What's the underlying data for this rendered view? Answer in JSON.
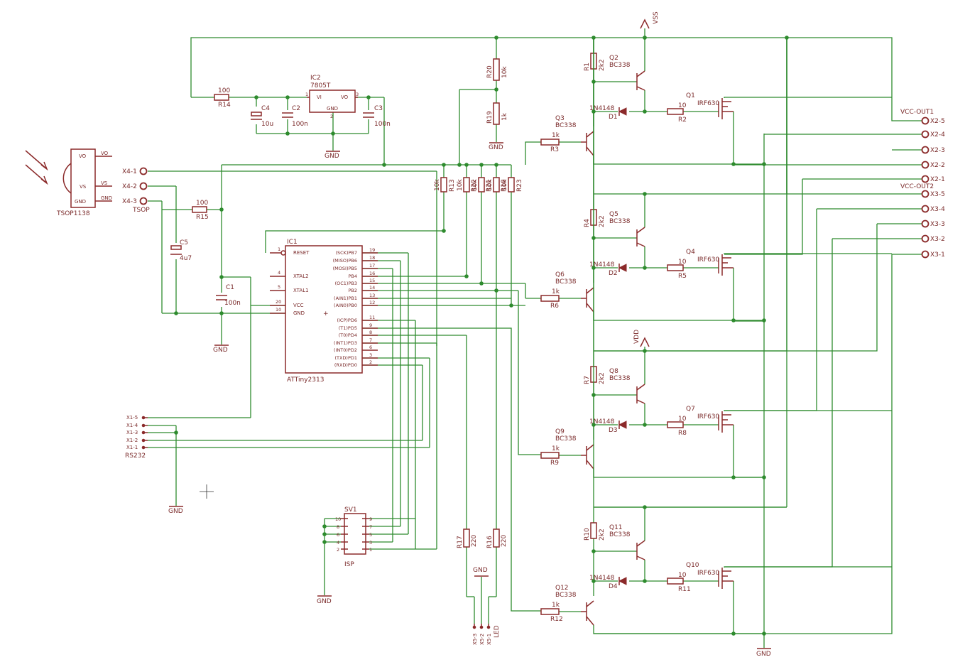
{
  "labels": {
    "vss": "VSS",
    "vdd": "VDD",
    "gnd": "GND",
    "vcc_out1": "VCC-OUT1",
    "vcc_out2": "VCC-OUT2",
    "tsop": "TSOP",
    "tsop_part": "TSOP1138",
    "rs232": "RS232",
    "isp": "ISP",
    "led": "LED",
    "mcu_name": "IC1",
    "mcu_part": "ATTiny2313",
    "reg_name": "IC2",
    "reg_part": "7805T",
    "sv1": "SV1"
  },
  "tsop_pins": [
    "VO",
    "VS",
    "GND"
  ],
  "reg_pins": {
    "vi": "VI",
    "vo": "VO",
    "gnd": "GND",
    "pin1": "1",
    "pin2": "2",
    "pin3": "3"
  },
  "mcu_left_pins": [
    {
      "name": "RESET",
      "num": "1"
    },
    {
      "name": "XTAL2",
      "num": "4"
    },
    {
      "name": "XTAL1",
      "num": "5"
    },
    {
      "name": "VCC",
      "num": "20"
    },
    {
      "name": "GND",
      "num": "10"
    }
  ],
  "mcu_right_pins": [
    {
      "name": "(SCK)PB7",
      "num": "19"
    },
    {
      "name": "(MISO)PB6",
      "num": "18"
    },
    {
      "name": "(MOSI)PB5",
      "num": "17"
    },
    {
      "name": "PB4",
      "num": "16"
    },
    {
      "name": "(OC1)PB3",
      "num": "15"
    },
    {
      "name": "PB2",
      "num": "14"
    },
    {
      "name": "(AIN1)PB1",
      "num": "13"
    },
    {
      "name": "(AIN0)PB0",
      "num": "12"
    },
    {
      "name": "(ICP)PD6",
      "num": "11"
    },
    {
      "name": "(T1)PD5",
      "num": "9"
    },
    {
      "name": "(T0)PD4",
      "num": "8"
    },
    {
      "name": "(INT1)PD3",
      "num": "7"
    },
    {
      "name": "(INT0)PD2",
      "num": "6"
    },
    {
      "name": "(TXD)PD1",
      "num": "3"
    },
    {
      "name": "(RXD)PD0",
      "num": "2"
    }
  ],
  "x4": [
    "X4-1",
    "X4-2",
    "X4-3"
  ],
  "x1": [
    "X1-5",
    "X1-4",
    "X1-3",
    "X1-2",
    "X1-1"
  ],
  "x2": [
    "X2-5",
    "X2-4",
    "X2-3",
    "X2-2",
    "X2-1"
  ],
  "x3": [
    "X3-5",
    "X3-4",
    "X3-3",
    "X3-2",
    "X3-1"
  ],
  "x5": [
    "X5-3",
    "X5-2",
    "X5-1"
  ],
  "sv1_left": [
    "10",
    "8",
    "6",
    "4",
    "2"
  ],
  "sv1_right": [
    "9",
    "7",
    "5",
    "3",
    "1"
  ],
  "resistors": {
    "r14": {
      "name": "R14",
      "value": "100"
    },
    "r15": {
      "name": "R15",
      "value": "100"
    },
    "r20": {
      "name": "R20",
      "value": "10k"
    },
    "r19": {
      "name": "R19",
      "value": "1k"
    },
    "r13": {
      "name": "R13",
      "value": "10k"
    },
    "r22": {
      "name": "R22",
      "value": "10k"
    },
    "r21": {
      "name": "R21",
      "value": "10k"
    },
    "r18": {
      "name": "R18",
      "value": "10k"
    },
    "r23": {
      "name": "R23",
      "value": "10k"
    },
    "r17": {
      "name": "R17",
      "value": "220"
    },
    "r16": {
      "name": "R16",
      "value": "220"
    },
    "r1": {
      "name": "R1",
      "value": "2k2"
    },
    "r4": {
      "name": "R4",
      "value": "2k2"
    },
    "r7": {
      "name": "R7",
      "value": "2k2"
    },
    "r10": {
      "name": "R10",
      "value": "2k2"
    },
    "r2": {
      "name": "R2",
      "value": "10"
    },
    "r5": {
      "name": "R5",
      "value": "10"
    },
    "r8": {
      "name": "R8",
      "value": "10"
    },
    "r11": {
      "name": "R11",
      "value": "10"
    },
    "r3": {
      "name": "R3",
      "value": "1k"
    },
    "r6": {
      "name": "R6",
      "value": "1k"
    },
    "r9": {
      "name": "R9",
      "value": "1k"
    },
    "r12": {
      "name": "R12",
      "value": "1k"
    }
  },
  "capacitors": {
    "c4": {
      "name": "C4",
      "value": "10u"
    },
    "c2": {
      "name": "C2",
      "value": "100n"
    },
    "c3": {
      "name": "C3",
      "value": "100n"
    },
    "c5": {
      "name": "C5",
      "value": "4u7"
    },
    "c1": {
      "name": "C1",
      "value": "100n"
    }
  },
  "channels": [
    {
      "qa": "Q2",
      "qb": "Q3",
      "qm": "Q1",
      "d": "D1",
      "ra": "R1",
      "rg": "R2",
      "rb": "R3"
    },
    {
      "qa": "Q5",
      "qb": "Q6",
      "qm": "Q4",
      "d": "D2",
      "ra": "R4",
      "rg": "R5",
      "rb": "R6"
    },
    {
      "qa": "Q8",
      "qb": "Q9",
      "qm": "Q7",
      "d": "D3",
      "ra": "R7",
      "rg": "R8",
      "rb": "R9"
    },
    {
      "qa": "Q11",
      "qb": "Q12",
      "qm": "Q10",
      "d": "D4",
      "ra": "R10",
      "rg": "R11",
      "rb": "R12"
    }
  ],
  "bjt_part": "BC338",
  "mosfet_part": "IRF630",
  "diode_part": "1N4148",
  "colors": {
    "wire": "#2e8b2e",
    "part": "#8b2a2a",
    "text": "#7a2a2a"
  }
}
